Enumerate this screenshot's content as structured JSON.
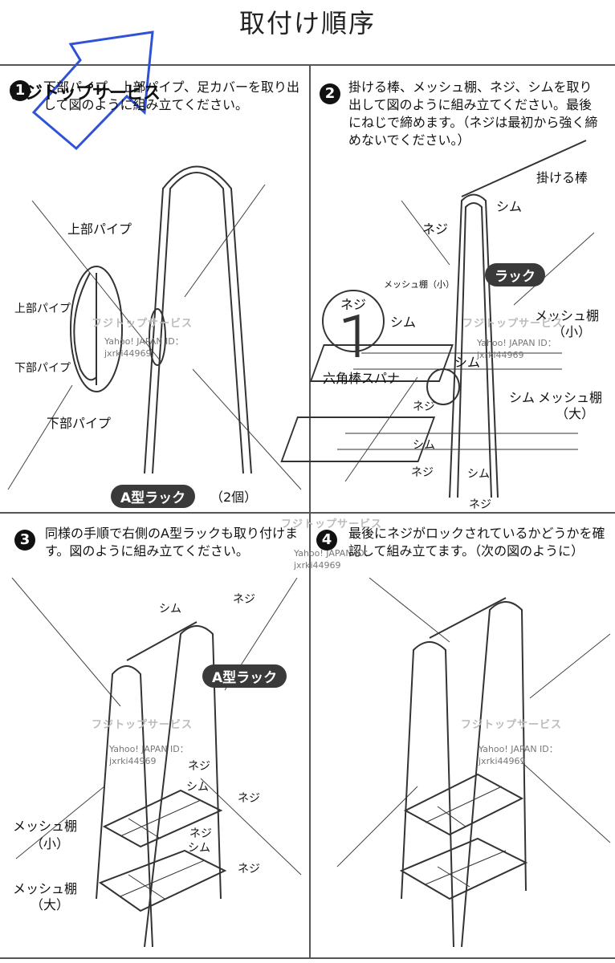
{
  "title": "取付け順序",
  "watermark": {
    "shop": "フジトップサービス",
    "corner": "フジトップサービス",
    "id_line1": "Yahoo! JAPAN ID：",
    "id_line2": "jxrki44969"
  },
  "steps": [
    {
      "num": "1",
      "text": "下部パイプ、上部パイプ、足カバーを取り出して図のように組み立てください。",
      "labels": {
        "upper_pipe": "上部パイプ",
        "detail_upper": "上部パイプ",
        "detail_lower": "下部パイプ",
        "lower_pipe": "下部パイプ",
        "badge": "A型ラック",
        "count": "（2個）"
      }
    },
    {
      "num": "2",
      "text": "掛ける棒、メッシュ棚、ネジ、シムを取り出して図のように組み立てください。最後にねじで締めます。（ネジは最初から強く締めないでください。）",
      "labels": {
        "hanging_bar": "掛ける棒",
        "shim": "シム",
        "screw": "ネジ",
        "rack": "ラック",
        "detail_screw": "ネジ",
        "detail_mesh": "メッシュ棚（小）",
        "detail_shim": "シム",
        "hex_wrench": "六角棒スパナ",
        "mesh_small": "メッシュ棚",
        "mesh_small_size": "（小）",
        "mesh_large": "メッシュ棚",
        "mesh_large_size": "（大）"
      }
    },
    {
      "num": "3",
      "text": "同様の手順で右側のA型ラックも取り付けます。図のように組み立てください。",
      "labels": {
        "shim": "シム",
        "screw": "ネジ",
        "badge": "A型ラック",
        "mesh_small": "メッシュ棚",
        "mesh_small_size": "（小）",
        "mesh_large": "メッシュ棚",
        "mesh_large_size": "（大）"
      }
    },
    {
      "num": "4",
      "text": "最後にネジがロックされているかどうかを確認して組み立てます。（次の図のように）"
    }
  ]
}
